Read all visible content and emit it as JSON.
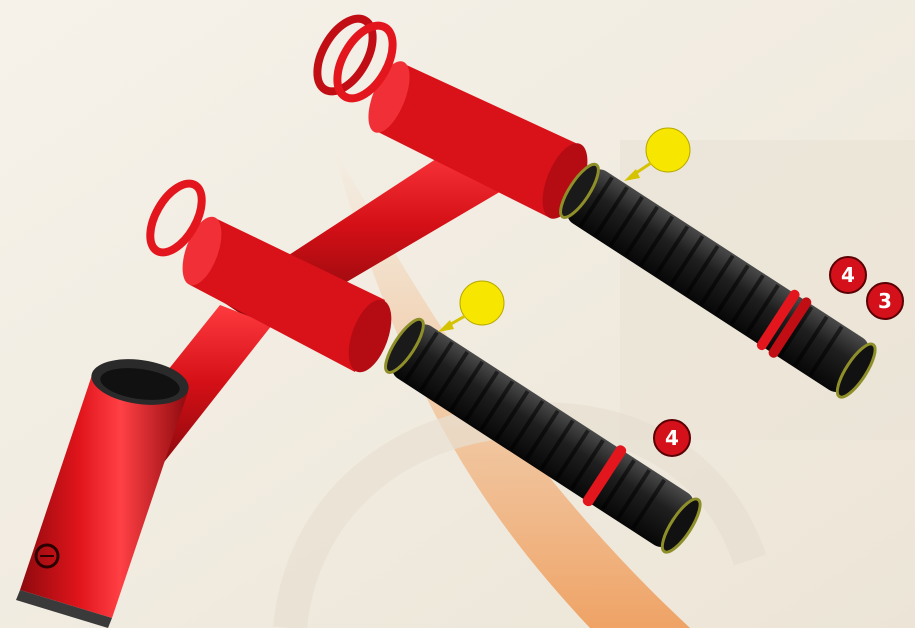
{
  "colors": {
    "background": "#f1ece1",
    "frame_red": "#d40f16",
    "frame_red_dark": "#8e0a0e",
    "grip_black": "#1b1b1b",
    "grip_ring_accent": "#8f8f2a",
    "callout_fill": "#f6e600",
    "badge_fill": "#d4101a"
  },
  "icons": {
    "callout": "yellow-circle-callout",
    "badge": "red-number-badge"
  },
  "badges": {
    "upper_grip_ring_a": "4",
    "upper_grip_ring_b": "3",
    "lower_grip_ring": "4"
  }
}
